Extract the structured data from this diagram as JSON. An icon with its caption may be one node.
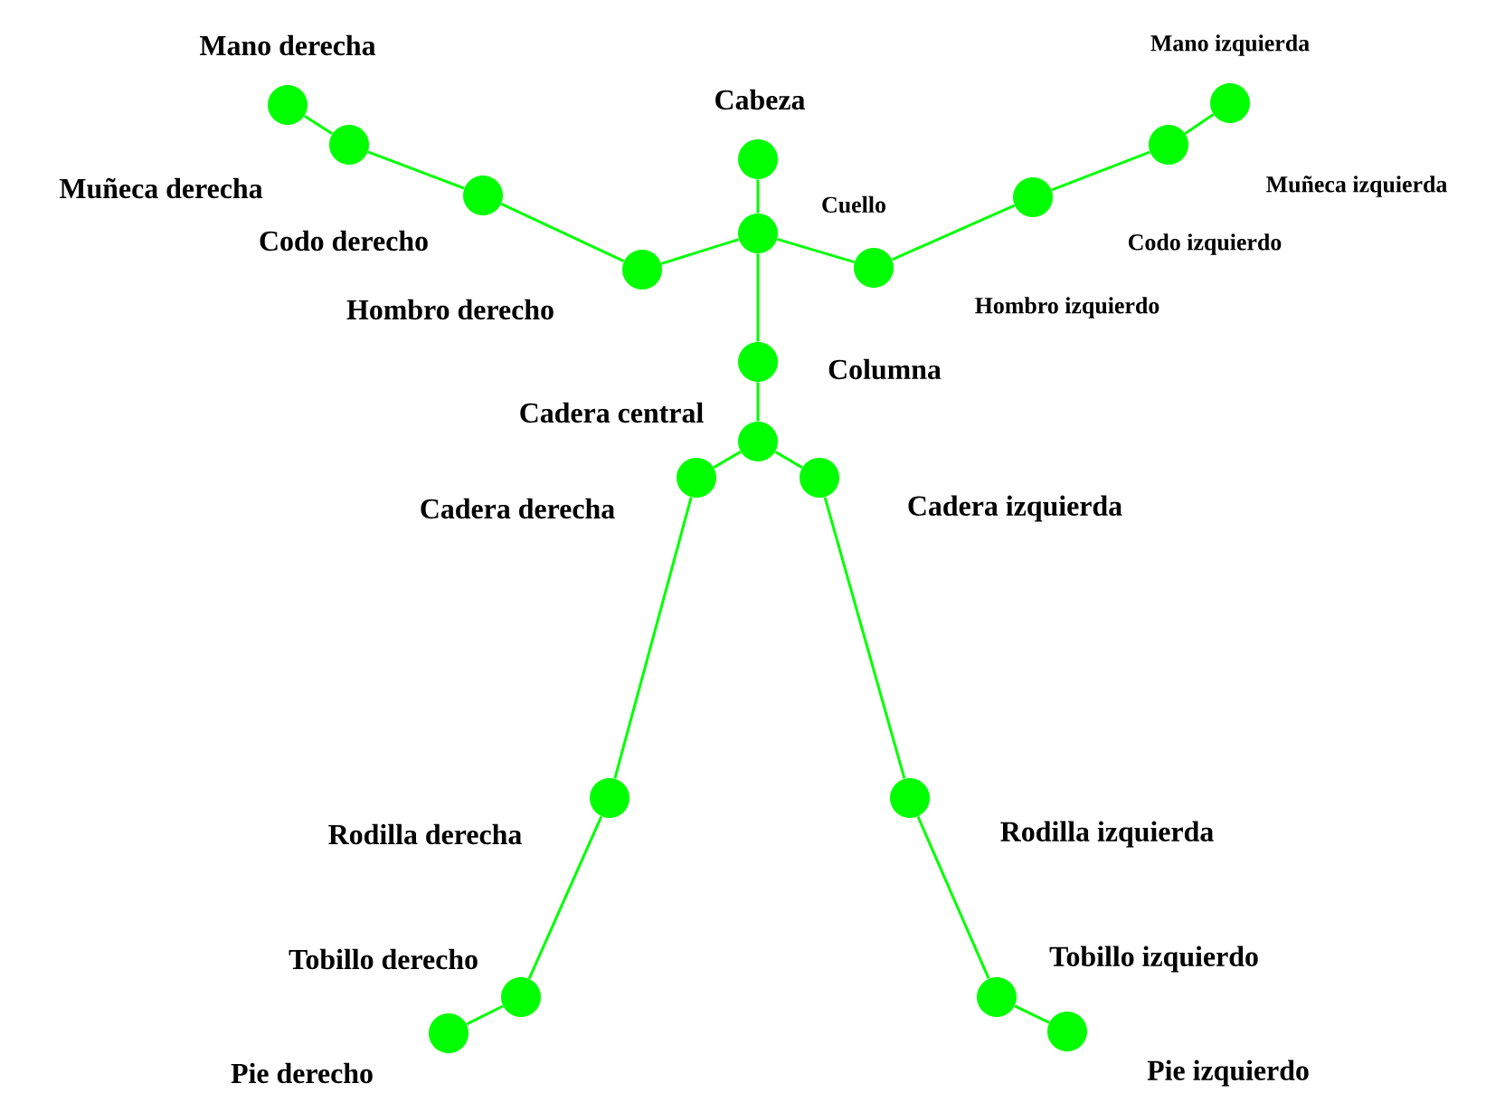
{
  "diagram": {
    "nodes": [
      {
        "text": [],
        "shape": "circle",
        "beside": [
          "Cabeza"
        ]
      },
      {
        "text": [],
        "shape": "circle",
        "beside": [
          "Cuello"
        ]
      },
      {
        "text": [],
        "shape": "circle",
        "beside": [
          "Columna"
        ]
      },
      {
        "text": [],
        "shape": "circle",
        "beside": [
          "Cadera central"
        ]
      },
      {
        "text": [],
        "shape": "circle",
        "beside": [
          "Hombro derecho"
        ]
      },
      {
        "text": [],
        "shape": "circle",
        "beside": [
          "Codo derecho"
        ]
      },
      {
        "text": [],
        "shape": "circle",
        "beside": [
          "Muñeca derecha"
        ]
      },
      {
        "text": [],
        "shape": "circle",
        "beside": [
          "Mano derecha"
        ]
      },
      {
        "text": [],
        "shape": "circle",
        "beside": [
          "Hombro izquierdo"
        ]
      },
      {
        "text": [],
        "shape": "circle",
        "beside": [
          "Codo izquierdo"
        ]
      },
      {
        "text": [],
        "shape": "circle",
        "beside": [
          "Muñeca izquierda"
        ]
      },
      {
        "text": [],
        "shape": "circle",
        "beside": [
          "Mano izquierda"
        ]
      },
      {
        "text": [],
        "shape": "circle",
        "beside": [
          "Cadera derecha"
        ]
      },
      {
        "text": [],
        "shape": "circle",
        "beside": [
          "Rodilla derecha"
        ]
      },
      {
        "text": [],
        "shape": "circle",
        "beside": [
          "Tobillo derecho"
        ]
      },
      {
        "text": [],
        "shape": "circle",
        "beside": [
          "Pie derecho"
        ]
      },
      {
        "text": [],
        "shape": "circle",
        "beside": [
          "Cadera izquierda"
        ]
      },
      {
        "text": [],
        "shape": "circle",
        "beside": [
          "Rodilla izquierda"
        ]
      },
      {
        "text": [],
        "shape": "circle",
        "beside": [
          "Tobillo izquierdo"
        ]
      },
      {
        "text": [],
        "shape": "circle",
        "beside": [
          "Pie izquierdo"
        ]
      }
    ],
    "edges": [
      {
        "from": 0,
        "to": 1,
        "arrow": "none"
      },
      {
        "from": 1,
        "to": 2,
        "arrow": "none"
      },
      {
        "from": 2,
        "to": 3,
        "arrow": "none"
      },
      {
        "from": 1,
        "to": 4,
        "arrow": "none"
      },
      {
        "from": 4,
        "to": 5,
        "arrow": "none"
      },
      {
        "from": 5,
        "to": 6,
        "arrow": "none"
      },
      {
        "from": 6,
        "to": 7,
        "arrow": "none"
      },
      {
        "from": 1,
        "to": 8,
        "arrow": "none"
      },
      {
        "from": 8,
        "to": 9,
        "arrow": "none"
      },
      {
        "from": 9,
        "to": 10,
        "arrow": "none"
      },
      {
        "from": 10,
        "to": 11,
        "arrow": "none"
      },
      {
        "from": 3,
        "to": 12,
        "arrow": "none"
      },
      {
        "from": 12,
        "to": 13,
        "arrow": "none"
      },
      {
        "from": 13,
        "to": 14,
        "arrow": "none"
      },
      {
        "from": 14,
        "to": 15,
        "arrow": "none"
      },
      {
        "from": 3,
        "to": 16,
        "arrow": "none"
      },
      {
        "from": 16,
        "to": 17,
        "arrow": "none"
      },
      {
        "from": 17,
        "to": 18,
        "arrow": "none"
      },
      {
        "from": 18,
        "to": 19,
        "arrow": "none"
      }
    ]
  }
}
